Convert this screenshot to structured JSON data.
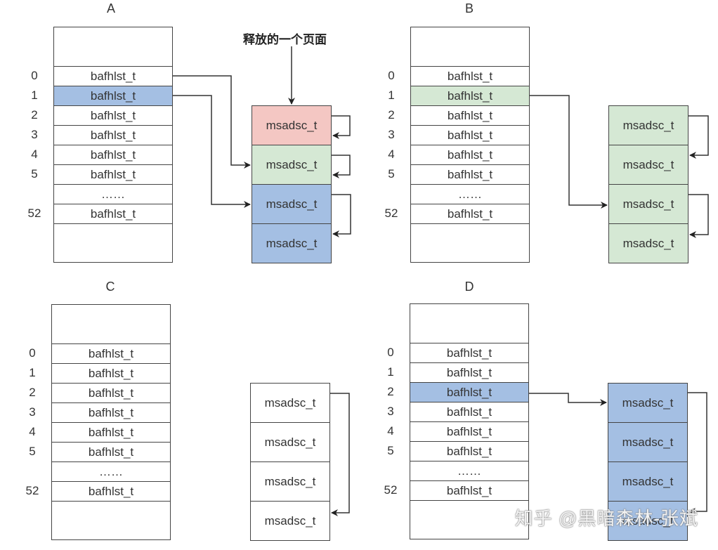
{
  "colors": {
    "pink": "#f4c7c3",
    "green": "#d5e8d4",
    "blue": "#a4bfe3",
    "white": "#ffffff",
    "line": "#333333"
  },
  "panels": [
    {
      "id": "A",
      "title": "A",
      "indices": [
        "0",
        "1",
        "2",
        "3",
        "4",
        "5",
        "",
        "52"
      ],
      "rows": [
        {
          "label": "bafhlst_t",
          "fill": "white"
        },
        {
          "label": "bafhlst_t",
          "fill": "blue"
        },
        {
          "label": "bafhlst_t",
          "fill": "white"
        },
        {
          "label": "bafhlst_t",
          "fill": "white"
        },
        {
          "label": "bafhlst_t",
          "fill": "white"
        },
        {
          "label": "bafhlst_t",
          "fill": "white"
        },
        {
          "label": "……",
          "fill": "white"
        },
        {
          "label": "bafhlst_t",
          "fill": "white"
        }
      ],
      "pages": [
        {
          "label": "msadsc_t",
          "fill": "pink"
        },
        {
          "label": "msadsc_t",
          "fill": "green"
        },
        {
          "label": "msadsc_t",
          "fill": "blue"
        },
        {
          "label": "msadsc_t",
          "fill": "blue"
        }
      ],
      "annotation": "释放的一个页面"
    },
    {
      "id": "B",
      "title": "B",
      "indices": [
        "0",
        "1",
        "2",
        "3",
        "4",
        "5",
        "",
        "52"
      ],
      "rows": [
        {
          "label": "bafhlst_t",
          "fill": "white"
        },
        {
          "label": "bafhlst_t",
          "fill": "green"
        },
        {
          "label": "bafhlst_t",
          "fill": "white"
        },
        {
          "label": "bafhlst_t",
          "fill": "white"
        },
        {
          "label": "bafhlst_t",
          "fill": "white"
        },
        {
          "label": "bafhlst_t",
          "fill": "white"
        },
        {
          "label": "……",
          "fill": "white"
        },
        {
          "label": "bafhlst_t",
          "fill": "white"
        }
      ],
      "pages": [
        {
          "label": "msadsc_t",
          "fill": "green"
        },
        {
          "label": "msadsc_t",
          "fill": "green"
        },
        {
          "label": "msadsc_t",
          "fill": "green"
        },
        {
          "label": "msadsc_t",
          "fill": "green"
        }
      ]
    },
    {
      "id": "C",
      "title": "C",
      "indices": [
        "0",
        "1",
        "2",
        "3",
        "4",
        "5",
        "",
        "52"
      ],
      "rows": [
        {
          "label": "bafhlst_t",
          "fill": "white"
        },
        {
          "label": "bafhlst_t",
          "fill": "white"
        },
        {
          "label": "bafhlst_t",
          "fill": "white"
        },
        {
          "label": "bafhlst_t",
          "fill": "white"
        },
        {
          "label": "bafhlst_t",
          "fill": "white"
        },
        {
          "label": "bafhlst_t",
          "fill": "white"
        },
        {
          "label": "……",
          "fill": "white"
        },
        {
          "label": "bafhlst_t",
          "fill": "white"
        }
      ],
      "pages": [
        {
          "label": "msadsc_t",
          "fill": "white"
        },
        {
          "label": "msadsc_t",
          "fill": "white"
        },
        {
          "label": "msadsc_t",
          "fill": "white"
        },
        {
          "label": "msadsc_t",
          "fill": "white"
        }
      ]
    },
    {
      "id": "D",
      "title": "D",
      "indices": [
        "0",
        "1",
        "2",
        "3",
        "4",
        "5",
        "",
        "52"
      ],
      "rows": [
        {
          "label": "bafhlst_t",
          "fill": "white"
        },
        {
          "label": "bafhlst_t",
          "fill": "white"
        },
        {
          "label": "bafhlst_t",
          "fill": "blue"
        },
        {
          "label": "bafhlst_t",
          "fill": "white"
        },
        {
          "label": "bafhlst_t",
          "fill": "white"
        },
        {
          "label": "bafhlst_t",
          "fill": "white"
        },
        {
          "label": "……",
          "fill": "white"
        },
        {
          "label": "bafhlst_t",
          "fill": "white"
        }
      ],
      "pages": [
        {
          "label": "msadsc_t",
          "fill": "blue"
        },
        {
          "label": "msadsc_t",
          "fill": "blue"
        },
        {
          "label": "msadsc_t",
          "fill": "blue"
        },
        {
          "label": "msadsc_t",
          "fill": "blue"
        }
      ]
    }
  ],
  "watermark": "知乎 @黑暗森林-张斌"
}
